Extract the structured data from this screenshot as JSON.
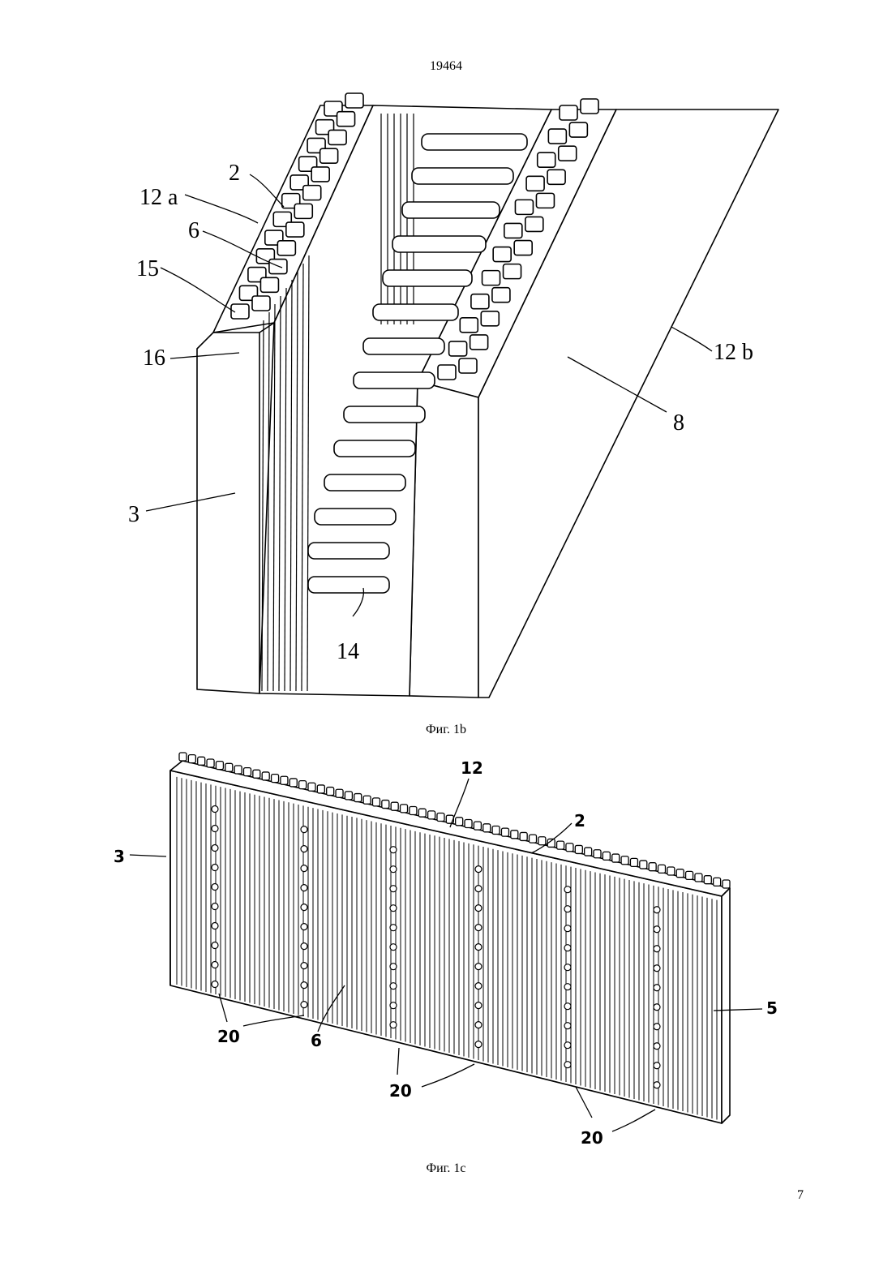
{
  "document": {
    "page_number_top": "19464",
    "page_number_bottom": "7"
  },
  "figure_1b": {
    "caption": "Фиг. 1b",
    "labels": {
      "l2": "2",
      "l12a": "12 a",
      "l6": "6",
      "l15": "15",
      "l16": "16",
      "l3": "3",
      "l14": "14",
      "l12b": "12 b",
      "l8": "8"
    }
  },
  "figure_1c": {
    "caption": "Фиг. 1c",
    "labels": {
      "l12": "12",
      "l2": "2",
      "l3": "3",
      "l5": "5",
      "l6": "6",
      "l20a": "20",
      "l20b": "20",
      "l20c": "20"
    }
  }
}
